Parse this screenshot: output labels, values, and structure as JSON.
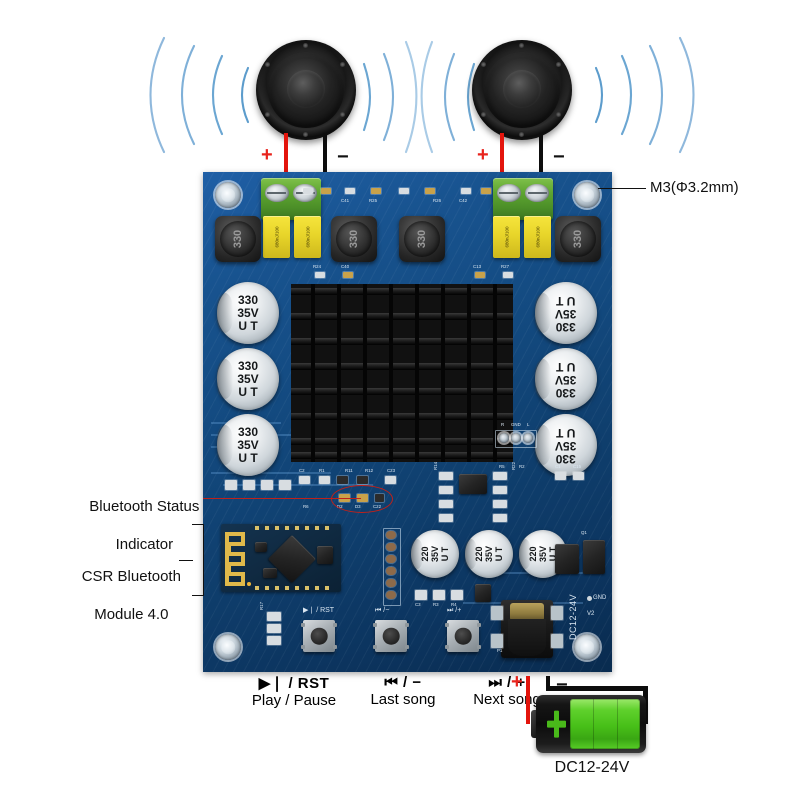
{
  "figure": {
    "title": "Bluetooth audio amplifier board wiring diagram",
    "background": "#ffffff",
    "accent_red": "#e3140c",
    "accent_black": "#0d0d0d",
    "pcb_blue": "#134a80",
    "wave_blue": "#8fb8dc"
  },
  "callouts": {
    "mount_hole": "M3(Φ3.2mm)",
    "bt_status_line1": "Bluetooth Status",
    "bt_status_line2": "Indicator",
    "bt_module_line1": "CSR Bluetooth",
    "bt_module_line2": "Module 4.0",
    "battery_label": "DC12-24V"
  },
  "polarity": {
    "speaker_left_plus": "+",
    "speaker_left_minus": "−",
    "speaker_right_plus": "+",
    "speaker_right_minus": "−",
    "power_plus": "+",
    "power_minus": "−"
  },
  "buttons": [
    {
      "icon": "▶❘ / RST",
      "name": "Play / Pause",
      "silk": "▶❘ / RST"
    },
    {
      "icon": "⏮ / −",
      "name": "Last song",
      "silk": "⏮ /−"
    },
    {
      "icon": "⏭ / +",
      "name": "Next song",
      "silk": "⏭ /+"
    }
  ],
  "board_silkscreen": {
    "power_in": "DC12-24V",
    "version": "V2",
    "gnd_led": "GND",
    "header": [
      "R",
      "GND",
      "L"
    ],
    "left_column": [
      "R17",
      "R19",
      "R18"
    ],
    "near_led": [
      "R6",
      "D2",
      "D3",
      "C22"
    ],
    "mid_row": [
      "C2",
      "R1",
      "R11",
      "R12",
      "C23"
    ],
    "right_col": [
      "R14",
      "R10",
      "R8",
      "R7",
      "R22",
      "R21",
      "R20",
      "R15"
    ],
    "res_pair": [
      "R5",
      "R2"
    ],
    "cap_pair": [
      "C1",
      "C15"
    ],
    "top_row": [
      "C41",
      "R25",
      "R26",
      "C42"
    ],
    "second_row": [
      "R24",
      "C40",
      "C13",
      "R27"
    ],
    "small_caps": [
      "C3",
      "R3",
      "R4"
    ],
    "diode": "Q1",
    "jack": "P1"
  },
  "components": {
    "electrolytic_large": {
      "value": "330",
      "voltage": "35V",
      "brand": "U T"
    },
    "electrolytic_small": {
      "value": "220",
      "voltage": "35V",
      "brand": "U T"
    },
    "inductor": "330",
    "film_cap": "680nJ/100"
  },
  "counts": {
    "large_caps": 6,
    "small_caps": 3,
    "inductors": 4,
    "terminal_blocks": 2,
    "film_caps": 4,
    "mount_holes": 4,
    "buttons": 3,
    "speakers": 2
  }
}
